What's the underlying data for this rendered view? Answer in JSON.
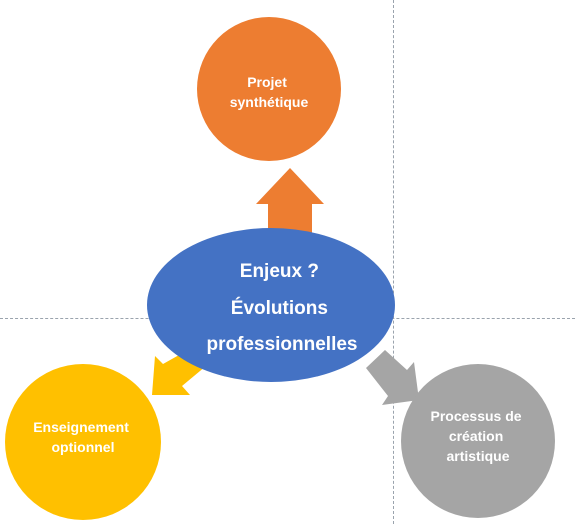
{
  "center": {
    "lines": [
      "Enjeux ?",
      "Évolutions",
      "professionnelles"
    ],
    "color": "#4472c4"
  },
  "top": {
    "lines": [
      "Projet",
      "synthétique"
    ],
    "color": "#ed7d31"
  },
  "left": {
    "lines": [
      "Enseignement",
      "optionnel"
    ],
    "color": "#ffc000"
  },
  "right": {
    "lines": [
      "Processus de",
      "création",
      "artistique"
    ],
    "color": "#a5a5a5"
  }
}
